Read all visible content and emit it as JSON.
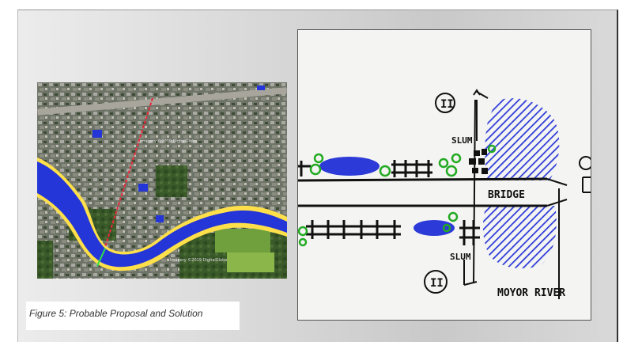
{
  "figure": {
    "caption": "Figure 5: Probable Proposal and Solution"
  },
  "satellite": {
    "watermark_1": "Imagery ©2019 DigitalGlobe",
    "watermark_2": "Imagery ©2019 DigitalGlobe",
    "river_color": "#2436d8",
    "route_color": "#e8283a"
  },
  "sketch": {
    "marker_top": "II",
    "marker_bottom": "II",
    "label_slum_top": "SLUM",
    "label_slum_bottom": "SLUM",
    "label_bridge": "BRIDGE",
    "label_river": "MOYOR RIVER",
    "hatch_color": "#2c3ad8",
    "tree_color": "#22aa22"
  }
}
